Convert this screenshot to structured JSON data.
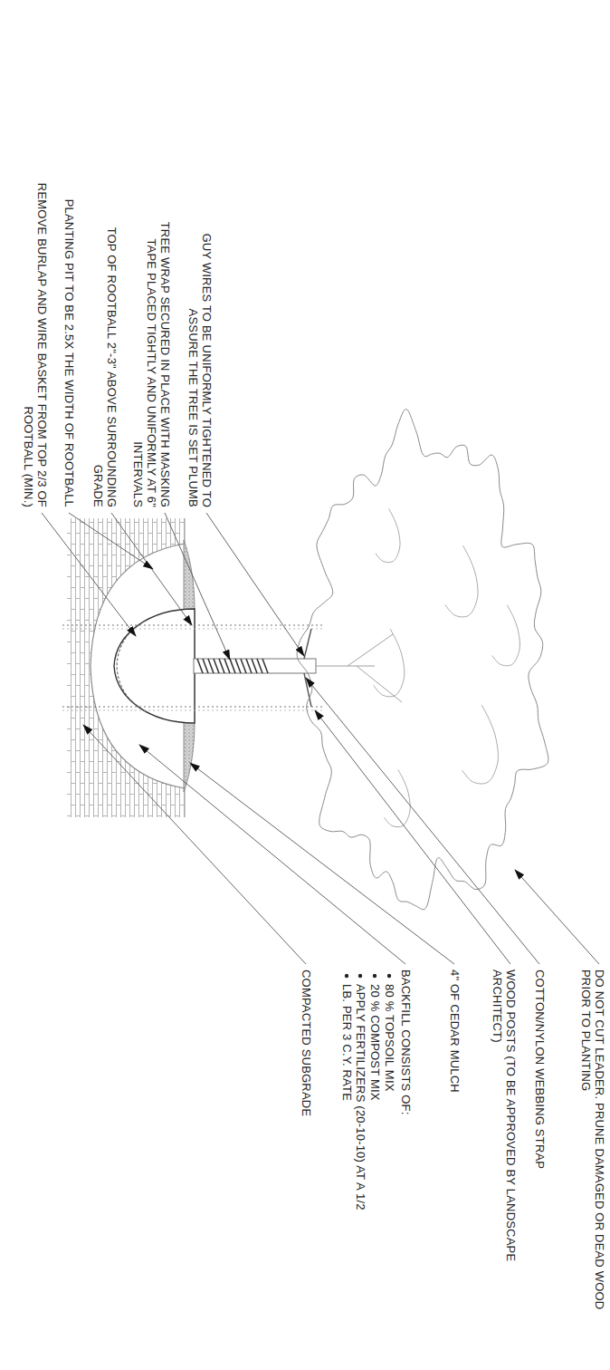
{
  "diagram": {
    "labels": [
      "GUY WIRES TO BE UNIFORMLY TIGHTENED TO ASSURE THE TREE IS SET PLUMB",
      "TREE WRAP SECURED IN PLACE WITH MASKING TAPE PLACED TIGHTLY AND UNIFORMLY AT 6\" INTERVALS",
      "TOP OF ROOTBALL 2\"-3\" ABOVE SURROUNDING GRADE",
      "PLANTING PIT TO BE 2.5X THE WIDTH OF ROOTBALL",
      "REMOVE BURLAP AND WIRE BASKET FROM TOP 2/3 OF ROOTBALL (MIN.)",
      "DO NOT CUT LEADER. PRUNE DAMAGED OR DEAD WOOD PRIOR TO PLANTING",
      "COTTON/NYLON WEBBING STRAP",
      "WOOD POSTS (TO BE APPROVED BY LANDSCAPE ARCHITECT)",
      "4\" OF CEDAR MULCH",
      "BACKFILL CONSISTS OF:",
      "80 % TOPSOIL MIX",
      "20 % COMPOST MIX",
      "APPLY FERTILIZERS (20-10-10) AT A 1/2 LB. PER 3 C.Y. RATE",
      "COMPACTED SUBGRADE"
    ]
  }
}
